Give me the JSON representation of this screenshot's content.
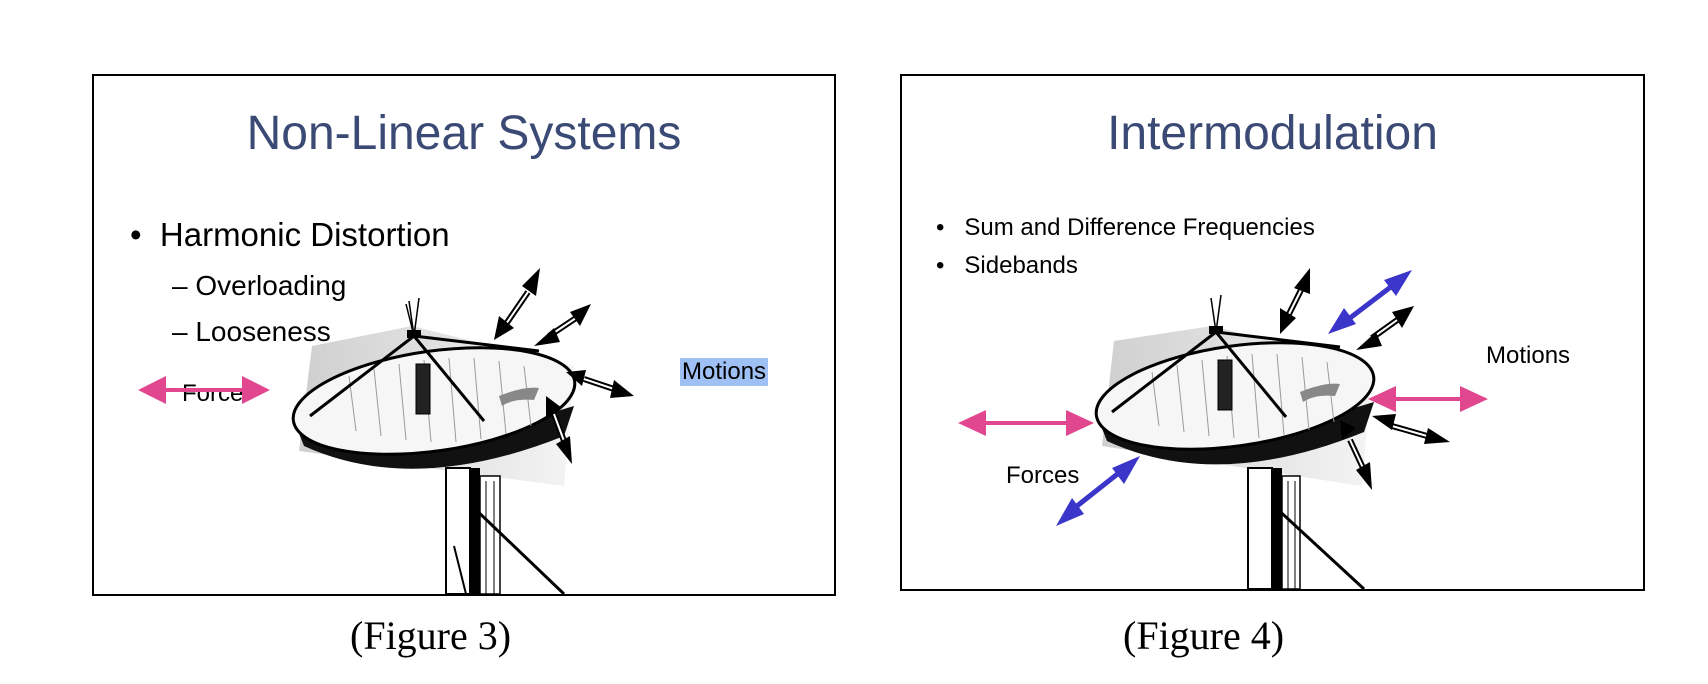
{
  "figures": [
    {
      "title": "Non-Linear Systems",
      "bullets": [
        {
          "text": "Harmonic Distortion",
          "sub": [
            "Overloading",
            "Looseness"
          ]
        }
      ],
      "labels": {
        "force": "Force",
        "motions": "Motions"
      },
      "caption": "(Figure 3)"
    },
    {
      "title": "Intermodulation",
      "bullets": [
        {
          "text": "Sum and Difference Frequencies"
        },
        {
          "text": "Sidebands"
        }
      ],
      "labels": {
        "forces": "Forces",
        "motions": "Motions"
      },
      "caption": "(Figure 4)"
    }
  ],
  "colors": {
    "title": "#3a4a75",
    "force_arrow": "#e0478f",
    "blue_arrow": "#3b35c9",
    "motion_arrow": "#000000",
    "highlight": "#9ec0f5"
  }
}
